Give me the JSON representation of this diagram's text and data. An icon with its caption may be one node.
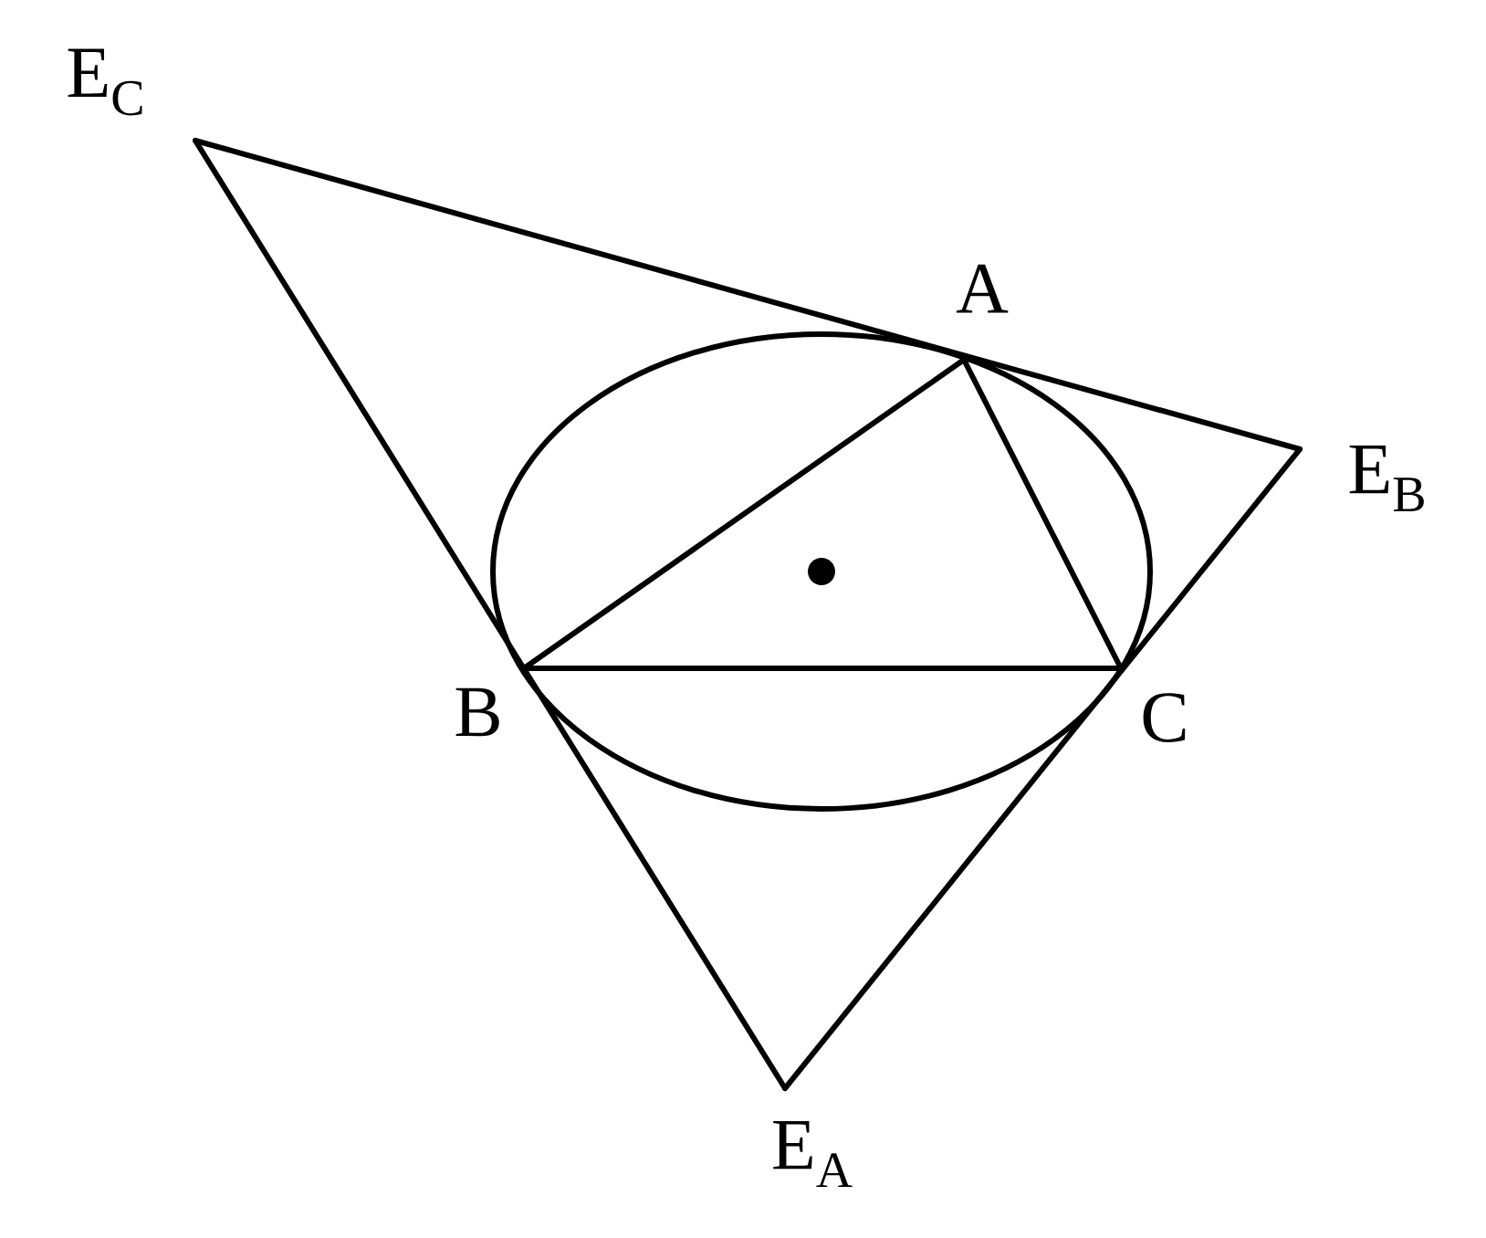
{
  "diagram": {
    "nodes": [
      {
        "text": [
          "E$_{C}$"
        ]
      },
      {
        "text": [
          "A"
        ]
      },
      {
        "text": [
          "E$_{B}$"
        ]
      },
      {
        "text": [
          "B"
        ]
      },
      {
        "text": [
          "C"
        ]
      },
      {
        "text": [
          "E$_{A}$"
        ]
      }
    ],
    "edges": [
      {
        "from": 1,
        "to": 3,
        "arrow": "none"
      },
      {
        "from": 3,
        "to": 4,
        "arrow": "none"
      },
      {
        "from": 4,
        "to": 1,
        "arrow": "none"
      },
      {
        "from": 0,
        "to": 2,
        "arrow": "none"
      },
      {
        "from": 2,
        "to": 5,
        "arrow": "none"
      },
      {
        "from": 5,
        "to": 0,
        "arrow": "none"
      }
    ]
  }
}
